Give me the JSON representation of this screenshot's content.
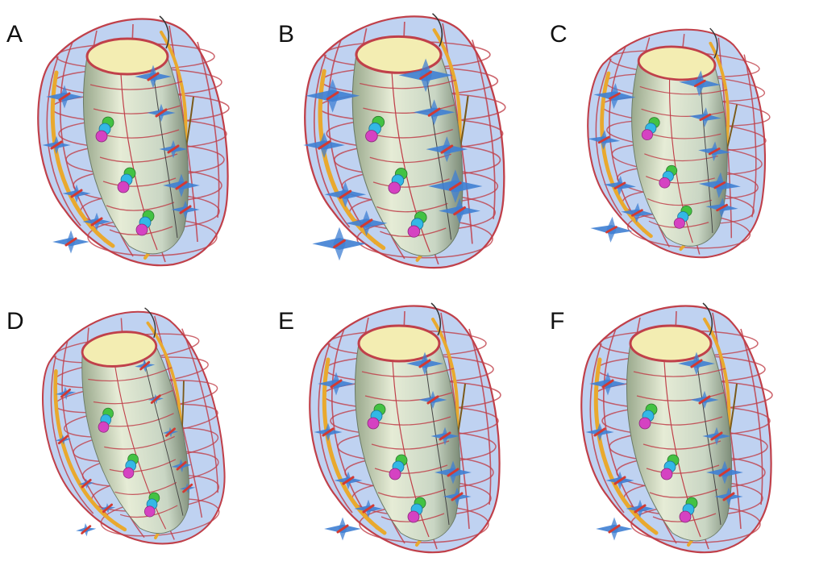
{
  "figure": {
    "panels": [
      {
        "label": "A",
        "variant": "normal"
      },
      {
        "label": "B",
        "variant": "dilated"
      },
      {
        "label": "C",
        "variant": "compressed"
      },
      {
        "label": "D",
        "variant": "tilted"
      },
      {
        "label": "E",
        "variant": "normal"
      },
      {
        "label": "F",
        "variant": "normal"
      }
    ],
    "colors": {
      "outer_shell": "#a9c3ec",
      "mesh": "#c0404a",
      "inner_cavity": "#e6ecd6",
      "cavity_rim": "#f3edb2",
      "fiber_band": "#e9a92e",
      "spike_blue": "#3f7fd3",
      "spike_red": "#d23a33",
      "marker_green": "#43c243",
      "marker_cyan": "#33b8e6",
      "marker_magenta": "#d542c2"
    }
  }
}
